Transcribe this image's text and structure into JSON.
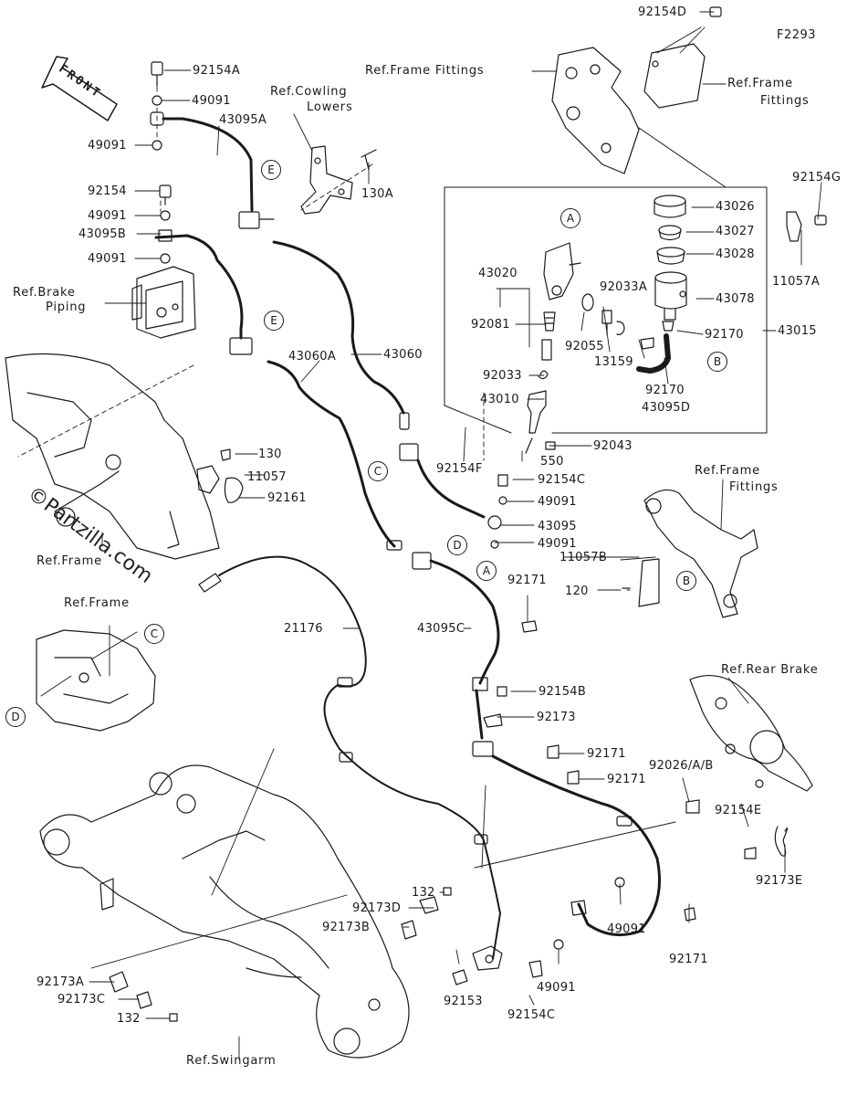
{
  "figure_code": "F2293",
  "front_label": "FRONT",
  "watermark": "©Partzilla.com",
  "callouts": {
    "a_top": "A",
    "a_bottom": "A",
    "b_mid": "B",
    "b_lower": "B",
    "c_mid": "C",
    "c_inset": "C",
    "d_mid": "D",
    "d_inset": "D",
    "e_top": "E",
    "e_mid": "E"
  },
  "refs": {
    "frame_fittings_top": "Ref.Frame Fittings",
    "frame_fittings_right_1": "Ref.Frame",
    "frame_fittings_right_2": "Fittings",
    "cowling_1": "Ref.Cowling",
    "cowling_2": "Lowers",
    "brake_piping_1": "Ref.Brake",
    "brake_piping_2": "Piping",
    "frame_left": "Ref.Frame",
    "frame_inset": "Ref.Frame",
    "frame_fittings_mid_1": "Ref.Frame",
    "frame_fittings_mid_2": "Fittings",
    "rear_brake": "Ref.Rear Brake",
    "swingarm": "Ref.Swingarm"
  },
  "parts": {
    "p92154D": "92154D",
    "p92154A": "92154A",
    "p49091_a": "49091",
    "p43095A": "43095A",
    "p49091_b": "49091",
    "p92154": "92154",
    "p49091_c": "49091",
    "p43095B": "43095B",
    "p49091_d": "49091",
    "p130A": "130A",
    "p92154G": "92154G",
    "p43026": "43026",
    "p43027": "43027",
    "p43028": "43028",
    "p11057A": "11057A",
    "p43078": "43078",
    "p43020": "43020",
    "p92033A": "92033A",
    "p92081": "92081",
    "p92170_a": "92170",
    "p43015": "43015",
    "p92055": "92055",
    "p13159": "13159",
    "p92033": "92033",
    "p92170_b": "92170",
    "p43095D": "43095D",
    "p43060A": "43060A",
    "p43060": "43060",
    "p43010": "43010",
    "p130": "130",
    "p92154F": "92154F",
    "p92043": "92043",
    "p550": "550",
    "p11057": "11057",
    "p92154C_a": "92154C",
    "p92161": "92161",
    "p49091_e": "49091",
    "p43095": "43095",
    "p49091_f": "49091",
    "p11057B": "11057B",
    "p120": "120",
    "p92171_a": "92171",
    "p21176": "21176",
    "p43095C": "43095C",
    "p92154B": "92154B",
    "p92173": "92173",
    "p92171_b": "92171",
    "p92026AB": "92026/A/B",
    "p92171_c": "92171",
    "p92154E": "92154E",
    "p92173E": "92173E",
    "p132_a": "132",
    "p92173D": "92173D",
    "p92173B": "92173B",
    "p49091_g": "49091",
    "p92171_d": "92171",
    "p92173A": "92173A",
    "p92173C": "92173C",
    "p132_b": "132",
    "p92153": "92153",
    "p49091_h": "49091",
    "p92154C_b": "92154C"
  }
}
